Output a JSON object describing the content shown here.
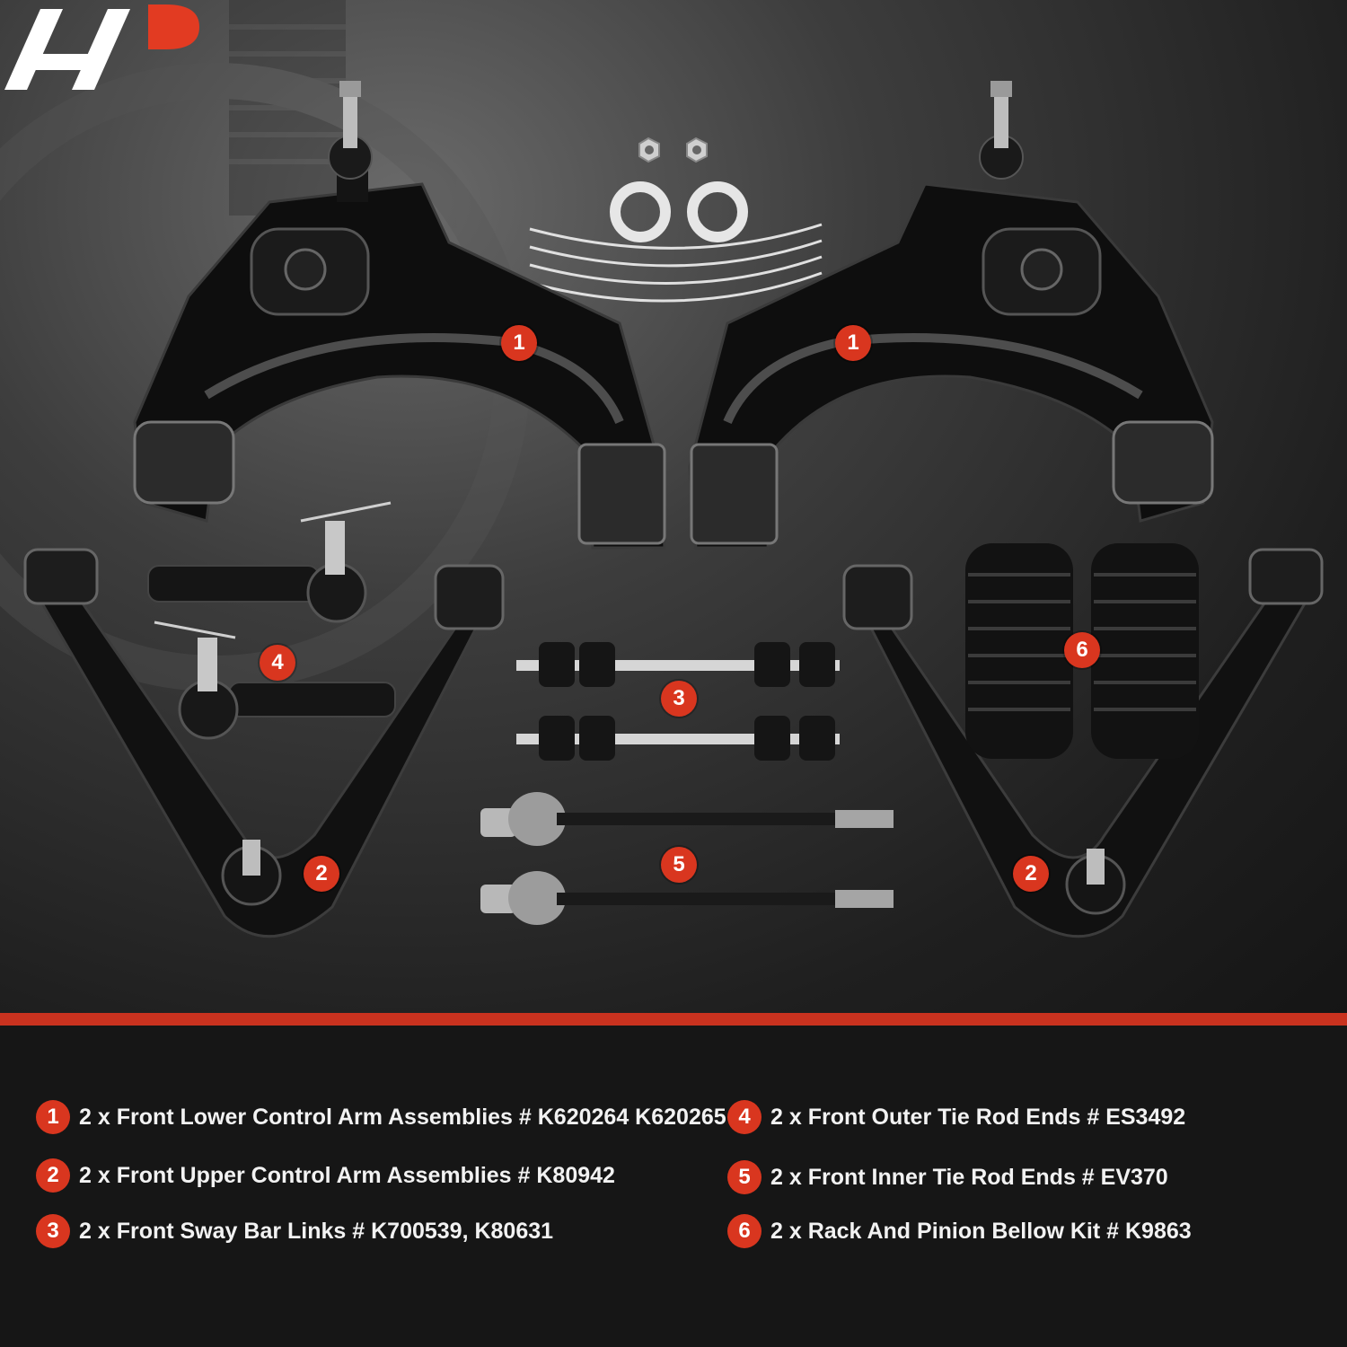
{
  "colors": {
    "accent": "#d9361f",
    "divider": "#c9321f",
    "background": "#161616",
    "text": "#f2f2f2"
  },
  "image_callouts": [
    "1",
    "1",
    "2",
    "2",
    "3",
    "4",
    "5",
    "6"
  ],
  "legend": [
    {
      "number": "1",
      "text": "2 x Front Lower Control Arm Assemblies # K620264 K620265"
    },
    {
      "number": "2",
      "text": "2 x Front Upper Control Arm Assemblies # K80942"
    },
    {
      "number": "3",
      "text": "2 x Front Sway Bar Links # K700539, K80631"
    },
    {
      "number": "4",
      "text": "2 x Front Outer Tie Rod Ends # ES3492"
    },
    {
      "number": "5",
      "text": "2 x Front Inner Tie Rod Ends # EV370"
    },
    {
      "number": "6",
      "text": "2 x Rack And Pinion Bellow Kit # K9863"
    }
  ]
}
